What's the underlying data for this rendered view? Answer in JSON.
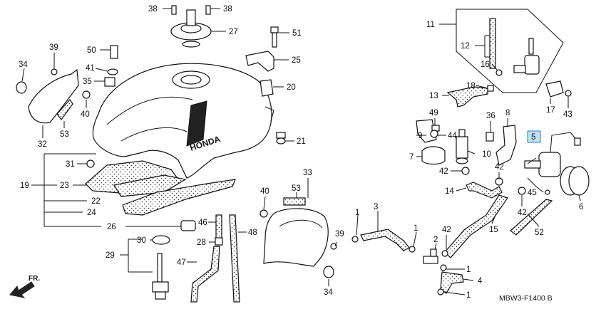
{
  "callouts": {
    "c38a": "38",
    "c38b": "38",
    "c27": "27",
    "c51": "51",
    "c50": "50",
    "c39a": "39",
    "c25": "25",
    "c34a": "34",
    "c41": "41",
    "c35": "35",
    "c20": "20",
    "c40a": "40",
    "c53a": "53",
    "c32": "32",
    "c21": "21",
    "c31": "31",
    "c19": "19",
    "c23": "23",
    "c22": "22",
    "c24": "24",
    "c26": "26",
    "c33": "33",
    "c53b": "53",
    "c40b": "40",
    "c46": "46",
    "c48": "48",
    "c30": "30",
    "c28": "28",
    "c29": "29",
    "c47": "47",
    "c39b": "39",
    "c34b": "34",
    "c11": "11",
    "c12": "12",
    "c16": "16",
    "c18": "18",
    "c13": "13",
    "c17": "17",
    "c43": "43",
    "c49": "49",
    "c36": "36",
    "c8": "8",
    "c9": "9",
    "c44": "44",
    "c7": "7",
    "c10": "10",
    "c42a": "42",
    "c42b": "42",
    "c5": "5",
    "c14": "14",
    "c45": "45",
    "c42c": "42",
    "c6": "6",
    "c15": "15",
    "c52": "52",
    "c1a": "1",
    "c3": "3",
    "c1b": "1",
    "c2": "2",
    "c42d": "42",
    "c1c": "1",
    "c4": "4",
    "c1d": "1"
  },
  "tank_brand_text": "HONDA",
  "front_label": "FR.",
  "figure_code": "MBW3-F1400 B",
  "highlighted_part": "5",
  "colors": {
    "highlight_fill": "#bfe3f6",
    "highlight_border": "#2b7bb9"
  }
}
